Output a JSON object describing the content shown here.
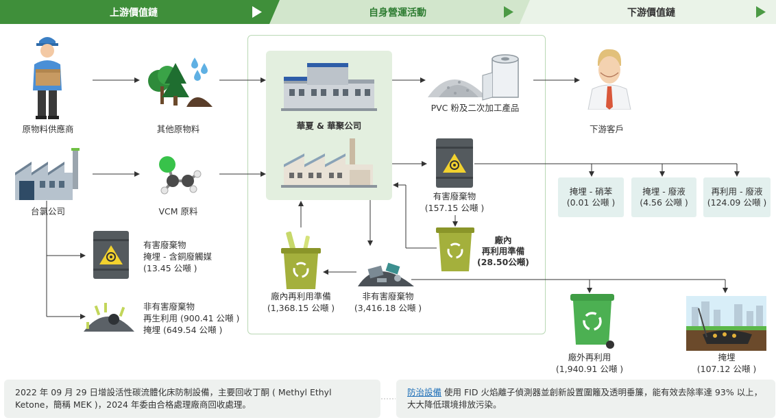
{
  "stages": {
    "upstream": "上游價值鏈",
    "own": "自身營運活動",
    "downstream": "下游價值鏈"
  },
  "nodes": {
    "raw_supplier": "原物料供應商",
    "other_raw": "其他原物料",
    "company_name": "華夏 & 華聚公司",
    "pvc_products": "PVC 粉及二次加工產品",
    "downstream_customer": "下游客戶",
    "formosa_plastics": "台氯公司",
    "vcm_raw": "VCM 原料"
  },
  "hazardous_internal": {
    "title": "有害廢棄物",
    "amount": "(157.15 公噸 )"
  },
  "internal_reuse_ready_hz": {
    "line1": "廠內",
    "line2": "再利用準備",
    "amount": "(28.50公噸)"
  },
  "internal_reuse": {
    "title": "廠內再利用準備",
    "amount": "(1,368.15 公噸 )"
  },
  "non_hazardous": {
    "title": "非有害廢棄物",
    "amount": "(3,416.18 公噸 )"
  },
  "boxes": [
    {
      "line1": "掩埋 - 硝苯",
      "line2": "(0.01 公噸 )"
    },
    {
      "line1": "掩埋 - 廢液",
      "line2": "(4.56 公噸 )"
    },
    {
      "line1": "再利用 - 廢液",
      "line2": "(124.09 公噸 )"
    }
  ],
  "offsite_reuse": {
    "title": "廠外再利用",
    "amount": "(1,940.91 公噸 )"
  },
  "landfill": {
    "title": "掩埋",
    "amount": "(107.12 公噸 )"
  },
  "upstream_hazardous": {
    "line1": "有害廢棄物",
    "line2": "掩埋 - 含銅廢觸媒",
    "line3": "(13.45 公噸 )"
  },
  "upstream_nonhazardous": {
    "line1": "非有害廢棄物",
    "line2": "再生利用 (900.41 公噸 )",
    "line3": "掩埋 (649.54 公噸 )"
  },
  "notes": {
    "left": "2022 年 09 月 29 日增設活性碳流體化床防制設備，主要回收丁酮 ( Methyl Ethyl Ketone，簡稱 MEK )，2024 年委由合格處理廠商回收處理。",
    "right_link": "防治設備",
    "right_text": " 使用 FID 火焰離子偵測器並創新設置圍籬及透明垂簾，能有效去除率達 93% 以上，大大降低環境排放污染。"
  },
  "colors": {
    "upstream_bar": "#3f8f3a",
    "own_bar": "#d5e8d0",
    "downstream_bar": "#eaf3e8",
    "box_bg": "#e3f0ee",
    "recycle_green": "#4caf50",
    "bin_olive": "#9aa632"
  }
}
